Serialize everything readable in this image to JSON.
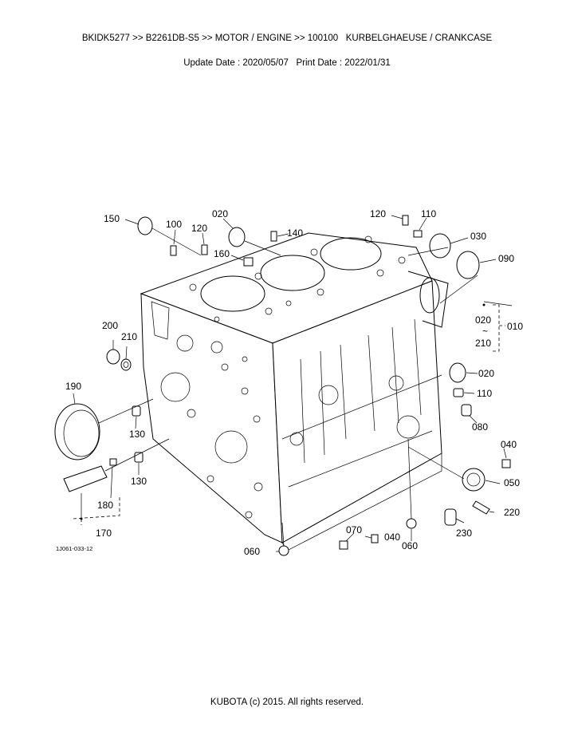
{
  "header": {
    "breadcrumb": "BKIDK5277 >> B2261DB-S5 >> MOTOR / ENGINE >> 100100   KURBELGHAEUSE / CRANKCASE",
    "dates": "Update Date : 2020/05/07   Print Date : 2022/01/31"
  },
  "diagram": {
    "figure_code": "1J061-033-12",
    "labels": {
      "p150": "150",
      "p100": "100",
      "p120a": "120",
      "p020a": "020",
      "p140": "140",
      "p120b": "120",
      "p110a": "110",
      "p030": "030",
      "p090": "090",
      "p160": "160",
      "p020b": "020",
      "p010": "010",
      "p210b": "210",
      "p200": "200",
      "p210a": "210",
      "p020c": "020",
      "p110b": "110",
      "p190": "190",
      "p080": "080",
      "p130a": "130",
      "p040a": "040",
      "p130b": "130",
      "p050": "050",
      "p180": "180",
      "p220": "220",
      "p170": "170",
      "p070": "070",
      "p040b": "040",
      "p230": "230",
      "p060a": "060",
      "p060b": "060"
    },
    "range_tilde": "~"
  },
  "footer": {
    "copyright": "KUBOTA (c) 2015. All rights reserved."
  }
}
